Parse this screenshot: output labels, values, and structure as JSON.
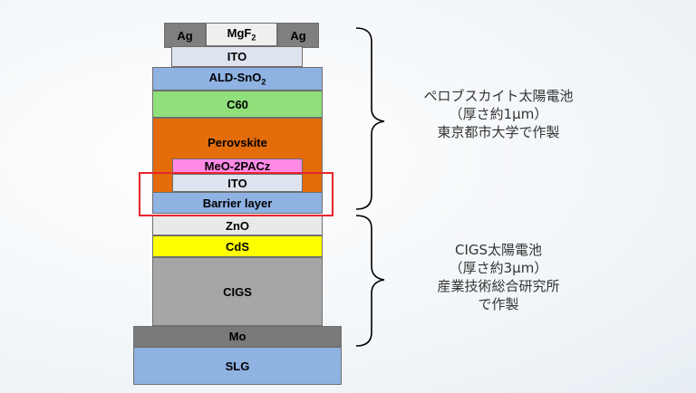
{
  "stack": {
    "ag_left": "Ag",
    "mgf2": "MgF",
    "mgf2_sub": "2",
    "ag_right": "Ag",
    "ito_top": "ITO",
    "ald_sno2": "ALD-SnO",
    "ald_sno2_sub": "2",
    "c60": "C60",
    "perovskite": "Perovskite",
    "meo_2pacz": "MeO-2PACz",
    "ito_mid": "ITO",
    "barrier_layer": "Barrier layer",
    "zno": "ZnO",
    "cds": "CdS",
    "cigs": "CIGS",
    "mo": "Mo",
    "slg": "SLG"
  },
  "colors": {
    "ag": "#7f7f7f",
    "mgf2": "#efefef",
    "ito": "#dde3ef",
    "ald_sno2": "#8eb2e2",
    "c60": "#8fe07a",
    "perovskite": "#e46c0a",
    "meo_2pacz": "#ff8ae6",
    "barrier": "#8eb2e2",
    "zno": "#e9e9e9",
    "cds": "#ffff00",
    "cigs": "#a6a6a6",
    "mo": "#7a7a7a",
    "slg": "#8eb2e2",
    "highlight": "#e8242d"
  },
  "perovskite_cell": {
    "line1": "ペロブスカイト太陽電池",
    "line2": "（厚さ約1μm）",
    "line3": "東京都市大学で作製"
  },
  "cigs_cell": {
    "line1": "CIGS太陽電池",
    "line2": "（厚さ約3μm）",
    "line3": "産業技術総合研究所",
    "line4": "で作製"
  }
}
